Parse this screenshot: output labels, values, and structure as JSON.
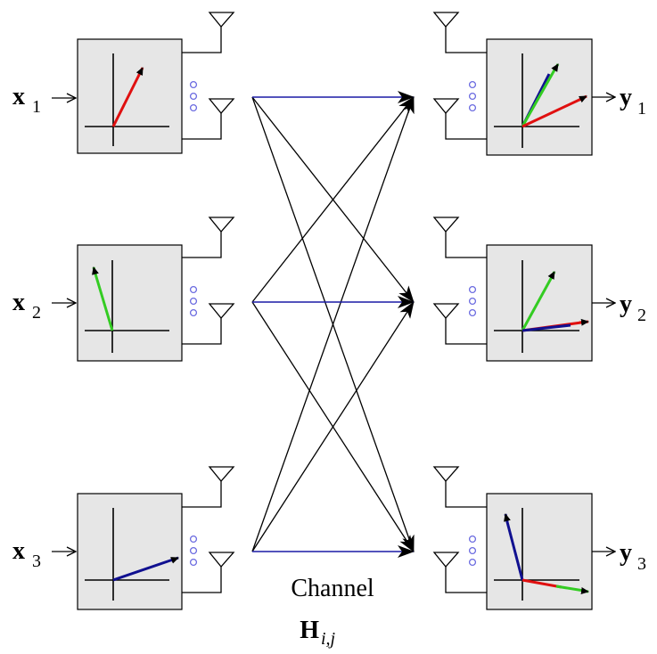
{
  "inputs": [
    {
      "symbol": "x",
      "subscript": "1"
    },
    {
      "symbol": "x",
      "subscript": "2"
    },
    {
      "symbol": "x",
      "subscript": "3"
    }
  ],
  "outputs": [
    {
      "symbol": "y",
      "subscript": "1"
    },
    {
      "symbol": "y",
      "subscript": "2"
    },
    {
      "symbol": "y",
      "subscript": "3"
    }
  ],
  "channel": {
    "label": "Channel",
    "symbol": "H",
    "subscript": "i,j"
  },
  "colors": {
    "box_fill": "#e6e6e6",
    "direct_link": "#1a1aa6",
    "cross_link": "#000000",
    "dots": "#6a6ae0",
    "red": "#e01010",
    "green": "#33cc22",
    "blue": "#101090"
  }
}
